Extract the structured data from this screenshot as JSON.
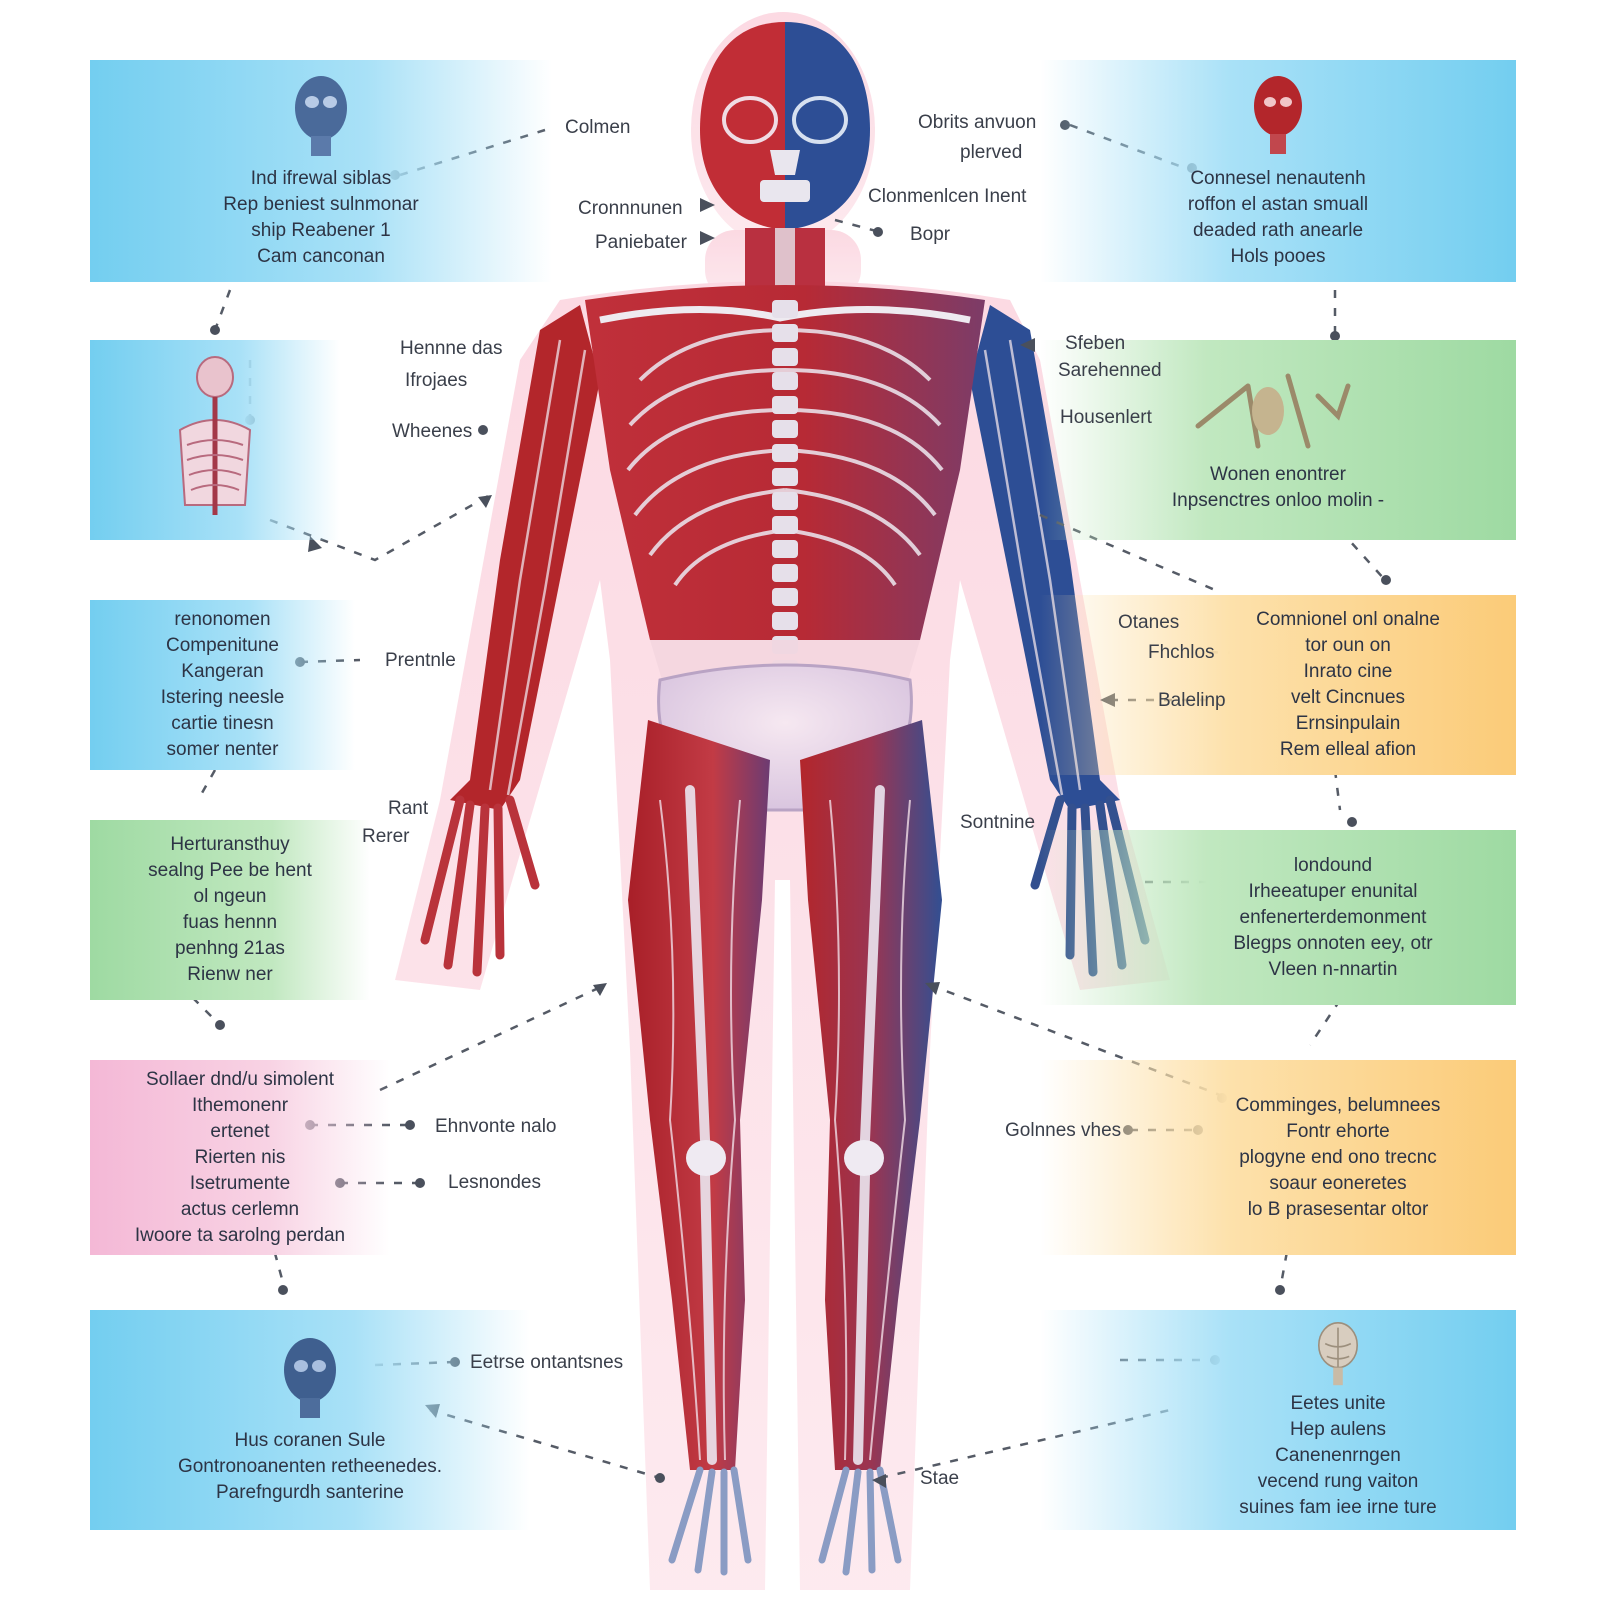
{
  "colors": {
    "artery": "#b3262b",
    "vein": "#27488f",
    "bone": "#e9e6ee",
    "panel_blue": "#73cef0",
    "panel_green": "#9edaa2",
    "panel_orange": "#fbcb78",
    "panel_pink": "#f4b8d6",
    "leader": "#555b66"
  },
  "panels": [
    {
      "id": "p1",
      "side": "left",
      "color": "blue",
      "icon": "head-icon",
      "lines": [
        "Ind ifrewal siblas",
        "Rep beniest sulnmonar",
        "ship Reabener 1",
        "Cam canconan"
      ]
    },
    {
      "id": "p2",
      "side": "left",
      "color": "blue",
      "icon": "torso-icon",
      "lines": []
    },
    {
      "id": "p3",
      "side": "left",
      "color": "blue",
      "icon": "",
      "lines": [
        "renonomen",
        "Compenitune",
        "Kangeran",
        "Istering neesle",
        "cartie tinesn",
        "somer nenter"
      ]
    },
    {
      "id": "p4",
      "side": "left",
      "color": "green",
      "icon": "",
      "lines": [
        "Herturansthuy",
        "sealng Pee be hent",
        "ol ngeun",
        "fuas hennn",
        "penhng 21as",
        "Rienw ner"
      ]
    },
    {
      "id": "p5",
      "side": "left",
      "color": "pink",
      "icon": "",
      "lines": [
        "Sollaer dnd/u simolent",
        "Ithemonenr",
        "ertenet",
        "Rierten nis",
        "Isetrumente",
        "actus cerlemn",
        "Iwoore ta sarolng perdan"
      ]
    },
    {
      "id": "p6",
      "side": "left",
      "color": "blue",
      "icon": "skull-icon",
      "lines": [
        "Hus coranen Sule",
        "Gontronoanenten retheenedes.",
        "Parefngurdh santerine"
      ]
    },
    {
      "id": "p7",
      "side": "right",
      "color": "blue",
      "icon": "head-red-icon",
      "lines": [
        "Connesel nenautenh",
        "roffon el astan smuall",
        "deaded rath anearle",
        "Hols pooes"
      ]
    },
    {
      "id": "p8",
      "side": "right",
      "color": "green",
      "icon": "skeleton-fragment-icon",
      "lines": [
        "Wonen enontrer",
        "Inpsenctres onloo molin -"
      ]
    },
    {
      "id": "p9",
      "side": "right",
      "color": "orange",
      "icon": "",
      "lines": [
        "Comnionel onl onalne",
        "tor oun on",
        "Inrato cine",
        "velt Cincnues",
        "Ernsinpulain",
        "Rem elleal afion"
      ]
    },
    {
      "id": "p10",
      "side": "right",
      "color": "green",
      "icon": "",
      "lines": [
        "londound",
        "Irheeatuper enunital",
        "enfenerterdemonment",
        "Blegps onnoten eey, otr",
        "Vleen n-nnartin"
      ]
    },
    {
      "id": "p11",
      "side": "right",
      "color": "orange",
      "icon": "",
      "lines": [
        "Comminges, belumnees",
        "Fontr ehorte",
        "plogyne end ono trecnc",
        "soaur eoneretes",
        "lo B prasesentar oltor"
      ]
    },
    {
      "id": "p12",
      "side": "right",
      "color": "blue",
      "icon": "brain-icon",
      "lines": [
        "Eetes      unite",
        "Hep       aulens",
        "Canenenrngen",
        "vecend rung vaiton",
        "suines fam iee irne ture"
      ]
    }
  ],
  "callouts": [
    {
      "id": "c1",
      "text": "Colmen"
    },
    {
      "id": "c2",
      "text": "Obrits anvuon"
    },
    {
      "id": "c3",
      "text": "plerved"
    },
    {
      "id": "c4",
      "text": "Cronnnunen"
    },
    {
      "id": "c5",
      "text": "Paniebater"
    },
    {
      "id": "c6",
      "text": "Clonmenlcen Inent"
    },
    {
      "id": "c7",
      "text": "Bopr"
    },
    {
      "id": "c8",
      "text": "Hennne das"
    },
    {
      "id": "c9",
      "text": "Ifrojaes"
    },
    {
      "id": "c10",
      "text": "Wheenes"
    },
    {
      "id": "c11",
      "text": "Sfeben"
    },
    {
      "id": "c12",
      "text": "Sarehenned"
    },
    {
      "id": "c13",
      "text": "Housenlert"
    },
    {
      "id": "c14",
      "text": "Prentnle"
    },
    {
      "id": "c15",
      "text": "Otanes"
    },
    {
      "id": "c16",
      "text": "Fhchlos"
    },
    {
      "id": "c17",
      "text": "Balelinp"
    },
    {
      "id": "c18",
      "text": "Rant"
    },
    {
      "id": "c19",
      "text": "Rerer"
    },
    {
      "id": "c20",
      "text": "Sontnine"
    },
    {
      "id": "c21",
      "text": "Ehnvonte nalo"
    },
    {
      "id": "c22",
      "text": "Lesnondes"
    },
    {
      "id": "c23",
      "text": "Golnnes vhes"
    },
    {
      "id": "c24",
      "text": "Eetrse ontantsnes"
    },
    {
      "id": "c25",
      "text": "Stae"
    }
  ]
}
